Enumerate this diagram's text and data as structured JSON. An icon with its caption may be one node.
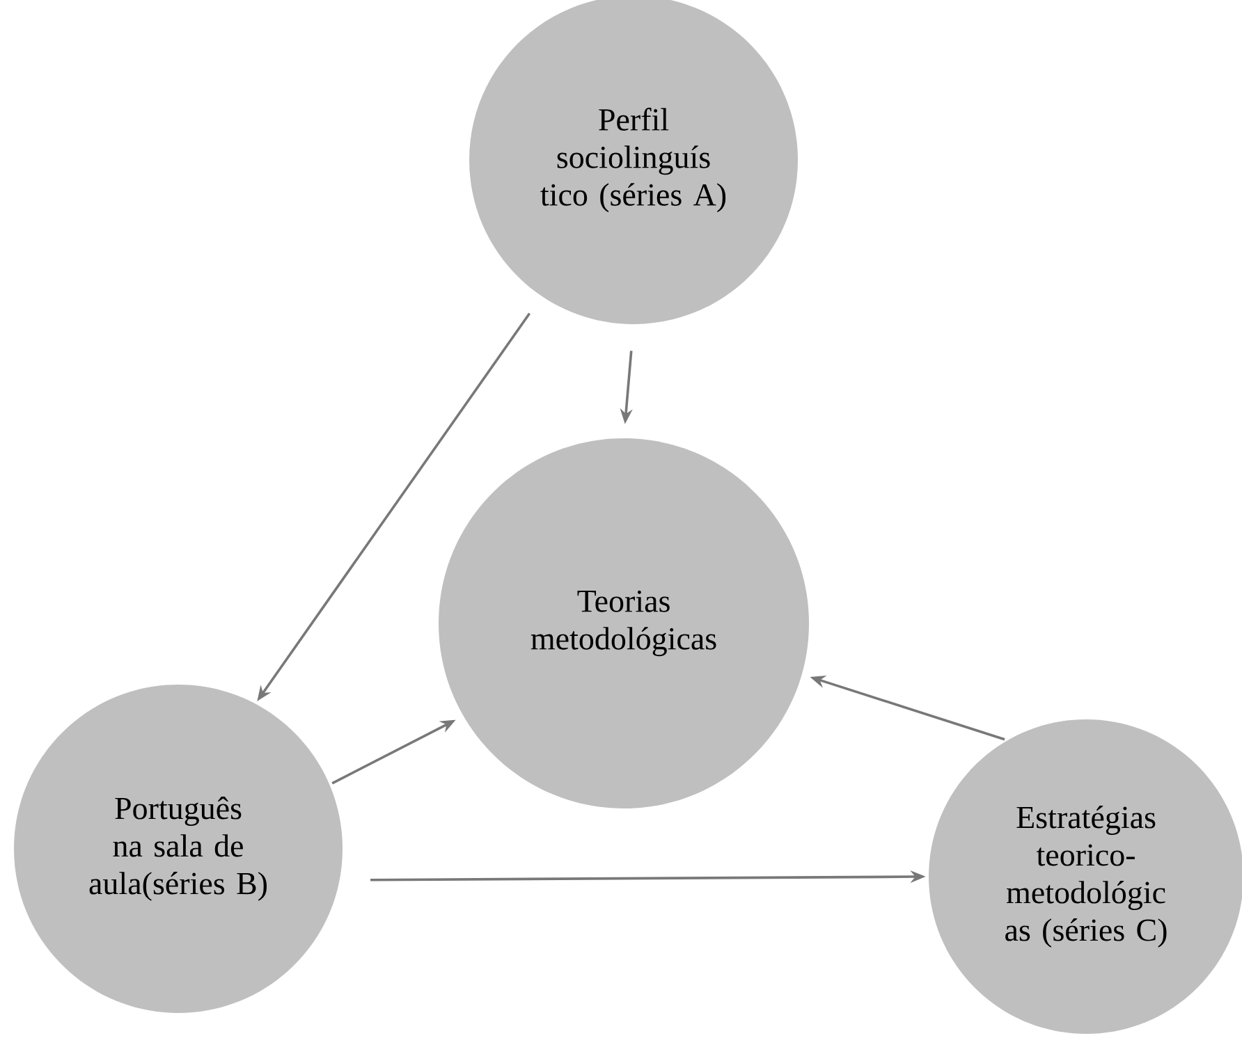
{
  "diagram": {
    "nodes": [
      {
        "text": [
          "Perfil sociolinguís tico (séries A)"
        ]
      },
      {
        "text": [
          "Teorias metodológicas"
        ]
      },
      {
        "text": [
          "Português na sala de aula(séries B)"
        ]
      },
      {
        "text": [
          "Estratégias teorico- metodológic as (séries C)"
        ]
      }
    ],
    "edges": [
      {
        "from": 0,
        "to": 1,
        "arrow": "to"
      },
      {
        "from": 0,
        "to": 2,
        "arrow": "to"
      },
      {
        "from": 2,
        "to": 1,
        "arrow": "to"
      },
      {
        "from": 3,
        "to": 1,
        "arrow": "to"
      },
      {
        "from": 2,
        "to": 3,
        "arrow": "to"
      }
    ]
  }
}
